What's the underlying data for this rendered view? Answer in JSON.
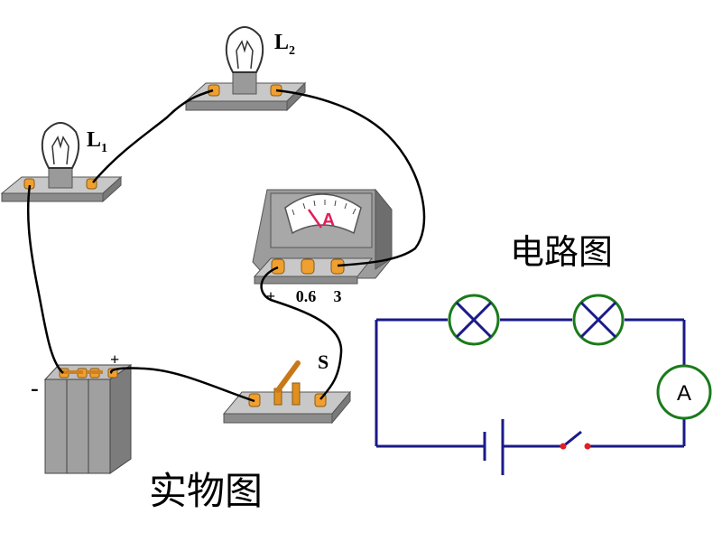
{
  "physical": {
    "caption": "实物图",
    "lamp1": {
      "letter": "L",
      "sub": "1"
    },
    "lamp2": {
      "letter": "L",
      "sub": "2"
    },
    "ammeter_symbol": "A",
    "ammeter_terminals": [
      "+",
      "0.6",
      "3"
    ],
    "switch_label": "S",
    "battery_minus": "-",
    "battery_plus": "+"
  },
  "schematic": {
    "title": "电路图",
    "ammeter_symbol": "A"
  },
  "colors": {
    "wire_physical": "#000000",
    "wire_schematic": "#1a1a8a",
    "lamp_ring": "#1a7a1a",
    "board": "#b8b8b8",
    "terminal": "#f0a030",
    "needle": "#e0205a"
  }
}
